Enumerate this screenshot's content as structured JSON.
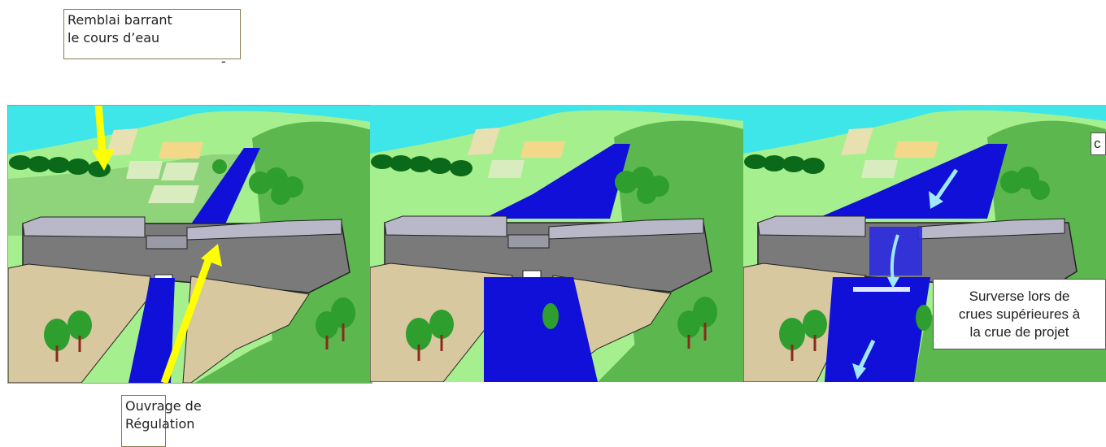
{
  "callouts": {
    "top": {
      "line1": "Remblai barrant",
      "line2": "le cours d’eau"
    },
    "bottom": {
      "line1": "Ouvrage de",
      "line2": "Régulation"
    },
    "stray_mark": "-"
  },
  "panel3": {
    "overflow_label": [
      "Surverse lors de",
      "crues supérieures à",
      "la crue de projet"
    ],
    "cut_label": "c"
  },
  "colors": {
    "sky": "#3ee6ea",
    "grass_light": "#a6ef8e",
    "grass_dark": "#5cb84e",
    "water": "#1010d8",
    "dam": "#7a7a7a",
    "dam_top": "#b8b8c8",
    "embankment": "#d8c8a0",
    "arrow_yellow": "#ffff00",
    "arrow_cyan": "#9fe8ff",
    "field_tan": "#f4d88a",
    "field_pale": "#d8ecc0"
  }
}
